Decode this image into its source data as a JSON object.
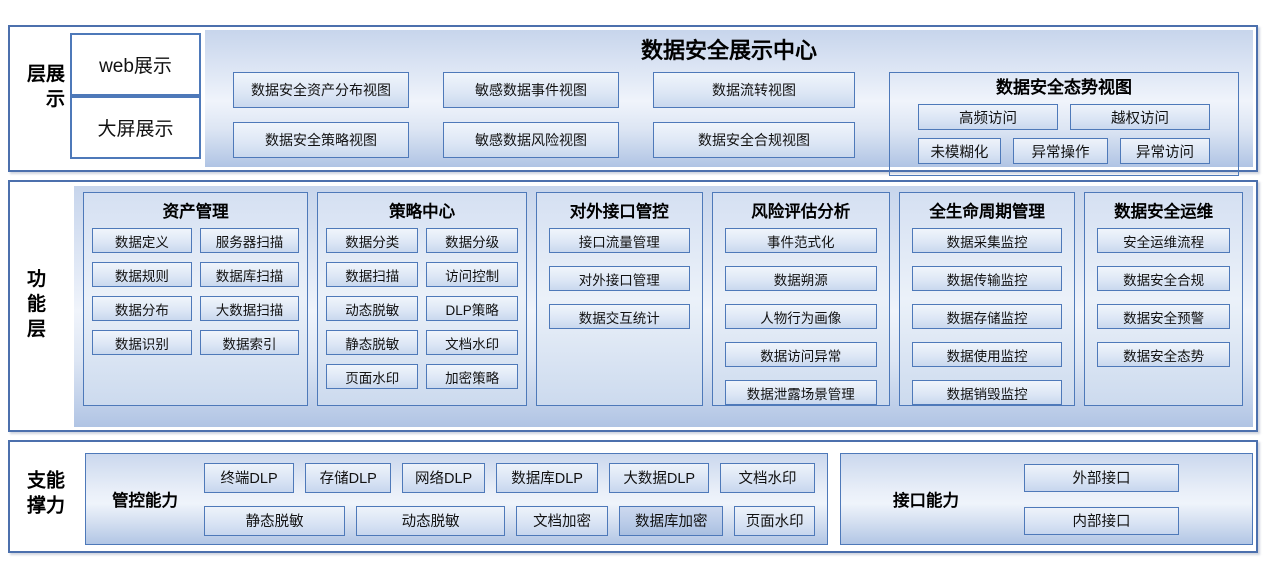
{
  "display_layer": {
    "label": "展示层",
    "web_box": "web展示",
    "screen_box": "大屏展示",
    "title": "数据安全展示中心",
    "views_row1": [
      "数据安全资产分布视图",
      "敏感数据事件视图",
      "数据流转视图"
    ],
    "views_row2": [
      "数据安全策略视图",
      "敏感数据风险视图",
      "数据安全合规视图"
    ],
    "situation": {
      "title": "数据安全态势视图",
      "row1": [
        "高频访问",
        "越权访问"
      ],
      "row2": [
        "未模糊化",
        "异常操作",
        "异常访问"
      ]
    }
  },
  "function_layer": {
    "label": "功能层",
    "columns": [
      {
        "title": "资产管理",
        "items": [
          "数据定义",
          "服务器扫描",
          "数据规则",
          "数据库扫描",
          "数据分布",
          "大数据扫描",
          "数据识别",
          "数据索引"
        ]
      },
      {
        "title": "策略中心",
        "items": [
          "数据分类",
          "数据分级",
          "数据扫描",
          "访问控制",
          "动态脱敏",
          "DLP策略",
          "静态脱敏",
          "文档水印",
          "页面水印",
          "加密策略"
        ]
      },
      {
        "title": "对外接口管控",
        "items": [
          "接口流量管理",
          "对外接口管理",
          "数据交互统计"
        ]
      },
      {
        "title": "风险评估分析",
        "items": [
          "事件范式化",
          "数据朔源",
          "人物行为画像",
          "数据访问异常",
          "数据泄露场景管理"
        ]
      },
      {
        "title": "全生命周期管理",
        "items": [
          "数据采集监控",
          "数据传输监控",
          "数据存储监控",
          "数据使用监控",
          "数据销毁监控"
        ]
      },
      {
        "title": "数据安全运维",
        "items": [
          "安全运维流程",
          "数据安全合规",
          "数据安全预警",
          "数据安全态势"
        ]
      }
    ]
  },
  "capability_layer": {
    "label": "能力支撑",
    "control_group": {
      "title": "管控能力",
      "row1": [
        "终端DLP",
        "存储DLP",
        "网络DLP",
        "数据库DLP",
        "大数据DLP",
        "文档水印"
      ],
      "row2": [
        "静态脱敏",
        "动态脱敏",
        "文档加密",
        "数据库加密",
        "页面水印"
      ]
    },
    "interface_group": {
      "title": "接口能力",
      "items": [
        "外部接口",
        "内部接口"
      ]
    }
  },
  "colors": {
    "section_border": "#4c70ad",
    "box_border": "#4e79b9",
    "panel_gradient_top": "#c7d5ec",
    "panel_gradient_bottom": "#b0c4e4",
    "box_fill": "#dce6f5",
    "highlight_box_fill": "#b9cbe8",
    "text": "#111111"
  }
}
